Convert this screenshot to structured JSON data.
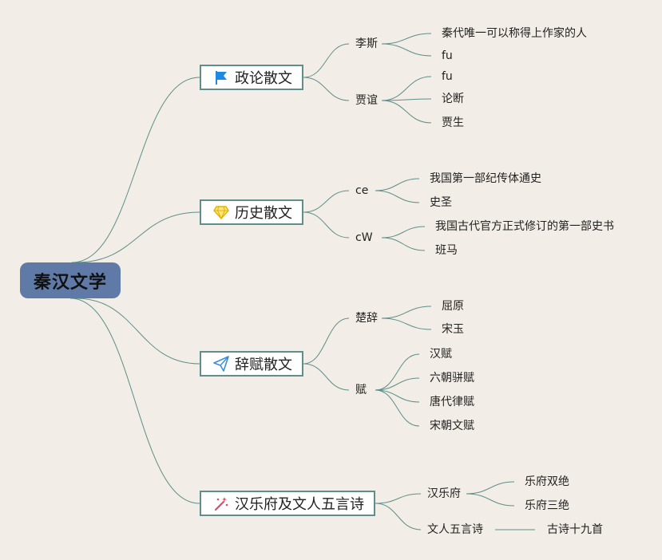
{
  "root": {
    "label": "秦汉文学"
  },
  "branches": [
    {
      "label": "政论散文",
      "icon": "flag-icon",
      "icon_color": "#1e88e5"
    },
    {
      "label": "历史散文",
      "icon": "diamond-icon",
      "icon_color": "#f2c200"
    },
    {
      "label": "辞赋散文",
      "icon": "paper-plane-icon",
      "icon_color": "#3a8fd6"
    },
    {
      "label": "汉乐府及文人五言诗",
      "icon": "magic-wand-icon",
      "icon_color": "#e24a6a"
    }
  ],
  "subs": [
    {
      "label": "李斯",
      "children": [
        "秦代唯一可以称得上作家的人",
        "fu"
      ]
    },
    {
      "label": "贾谊",
      "children": [
        "fu",
        "论断",
        "贾生"
      ]
    },
    {
      "label": "ce",
      "children": [
        "我国第一部纪传体通史",
        "史圣"
      ]
    },
    {
      "label": "cW",
      "children": [
        "我国古代官方正式修订的第一部史书",
        "班马"
      ]
    },
    {
      "label": "楚辞",
      "children": [
        "屈原",
        "宋玉"
      ]
    },
    {
      "label": "赋",
      "children": [
        "汉赋",
        "六朝骈赋",
        "唐代律赋",
        "宋朝文赋"
      ]
    },
    {
      "label": "汉乐府",
      "children": [
        "乐府双绝",
        "乐府三绝"
      ]
    },
    {
      "label": "文人五言诗",
      "children": [
        "古诗十九首"
      ]
    }
  ],
  "colors": {
    "background": "#f2ede6",
    "root_fill": "#5f7aa6",
    "line": "#5e8f8a"
  }
}
